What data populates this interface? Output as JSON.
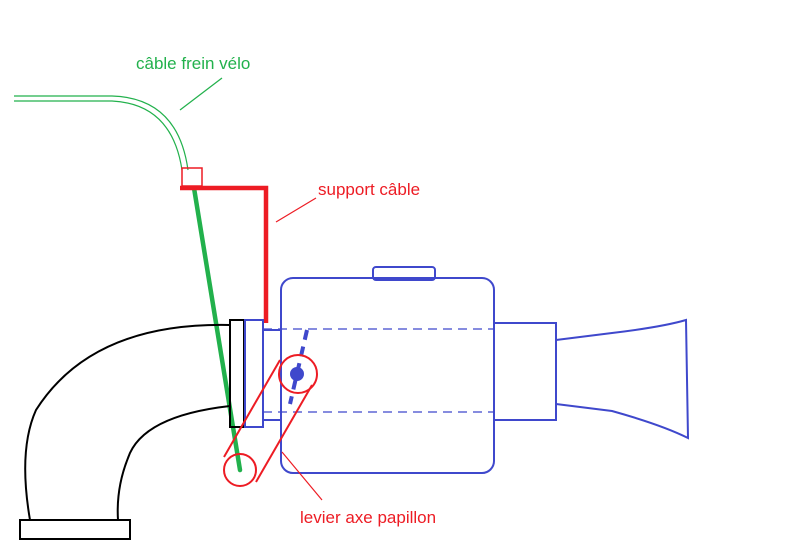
{
  "labels": {
    "cable": "câble frein vélo",
    "support": "support câble",
    "lever": "levier axe papillon"
  },
  "colors": {
    "cable": "#22b14c",
    "red": "#ed1c24",
    "blue": "#3f48cc",
    "black": "#000000"
  }
}
